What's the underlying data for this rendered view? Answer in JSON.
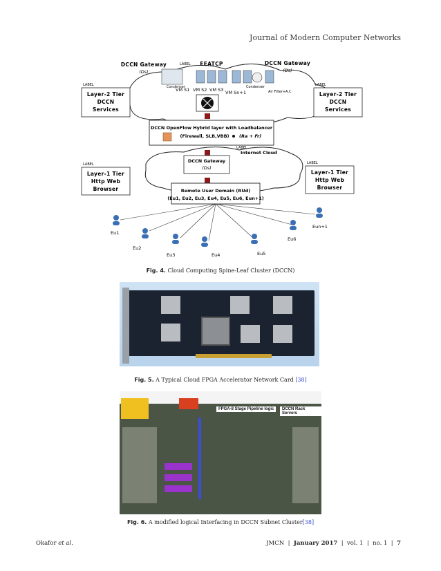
{
  "header": {
    "journal": "Journal of Modern Computer Networks"
  },
  "fig4": {
    "gateway_left": "DCCN Gateway",
    "gateway_left_sub": "(Ds)",
    "gateway_right": "DCCN Gateway",
    "gateway_right_sub": "(Ds)",
    "label_tag": "LABEL",
    "eeatcp": "EEATCP",
    "condenser": "Condenser",
    "condenser2": "Condenser",
    "air_filter": "Air Filter+A.C",
    "vm1": "VM S1",
    "vm2": "VM S2",
    "vm3": "VM S3",
    "vmn": "VM Sn+1",
    "layer2_left": [
      "Layer-2 Tier",
      "DCCN",
      "Services"
    ],
    "layer2_right": [
      "Layer-2 Tier",
      "DCCN",
      "Services"
    ],
    "openflow_line1": "DCCN OpenFlow Hybrid layer with Loadbalancer",
    "openflow_line2": "(Firewall, SLB,VBB)",
    "openflow_formula": "(Ra + Fr)",
    "internet_cloud": "Internet Cloud",
    "gateway_mid": "DCCN Gateway",
    "gateway_mid_sub": "(Ds)",
    "layer1_left": [
      "Layer-1 Tier",
      "Http Web",
      "Browser"
    ],
    "layer1_right": [
      "Layer-1 Tier",
      "Http Web",
      "Browser"
    ],
    "rud_line1": "Remote User Domain (RUd)",
    "rud_line2": "(Eu1, Eu2, Eu3, Eu4, Eu5, Eu6, Eun+1)",
    "users": [
      "Eu1",
      "Eu2",
      "Eu3",
      "Eu4",
      "Eu5",
      "Eu6",
      "Eun+1"
    ]
  },
  "captions": {
    "fig4_label": "Fig. 4.",
    "fig4_text": "Cloud Computing Spine-Leaf Cluster (DCCN)",
    "fig5_label": "Fig. 5.",
    "fig5_text": "A Typical Cloud FPGA Accelerator Network Card",
    "fig5_cite": "[38]",
    "fig6_label": "Fig. 6.",
    "fig6_text": "A modified logical Interfacing in DCCN Subnet Cluster",
    "fig6_cite": "[38]"
  },
  "fig6": {
    "pipeline_label": "FPGA-8 Stage Pipeline logic",
    "servers_label": "DCCN Rack Servers"
  },
  "footer": {
    "authors": "Okafor",
    "etal": "et al.",
    "journal_abbr": "JMCN",
    "sep1": "|",
    "date": "January 2017",
    "sep2": "|",
    "vol": "vol. 1",
    "sep3": "|",
    "no": "no. 1",
    "sep4": "|",
    "page": "7"
  }
}
